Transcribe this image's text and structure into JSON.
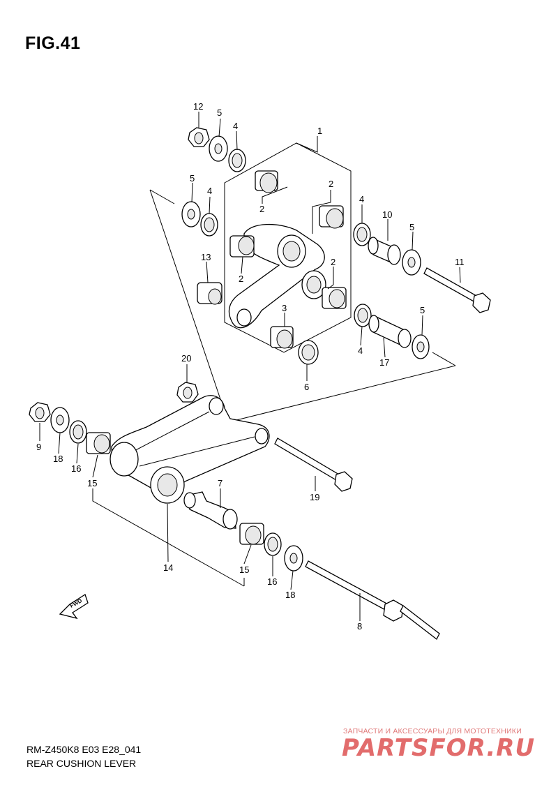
{
  "figure": {
    "title": "FIG.41",
    "model_code": "RM-Z450K8 E03 E28_041",
    "assembly_name": "REAR CUSHION LEVER"
  },
  "callouts": [
    "1",
    "2",
    "2",
    "2",
    "2",
    "3",
    "4",
    "4",
    "4",
    "4",
    "5",
    "5",
    "5",
    "5",
    "6",
    "7",
    "8",
    "9",
    "10",
    "11",
    "12",
    "13",
    "14",
    "15",
    "15",
    "16",
    "16",
    "17",
    "18",
    "18",
    "19",
    "20"
  ],
  "badge": {
    "text": "FWD"
  },
  "watermark": {
    "tagline": "ЗАПЧАСТИ И АКСЕССУАРЫ ДЛЯ МОТОТЕХНИКИ",
    "brand": "PARTSFOR.RU",
    "color": "#e26c6c"
  }
}
